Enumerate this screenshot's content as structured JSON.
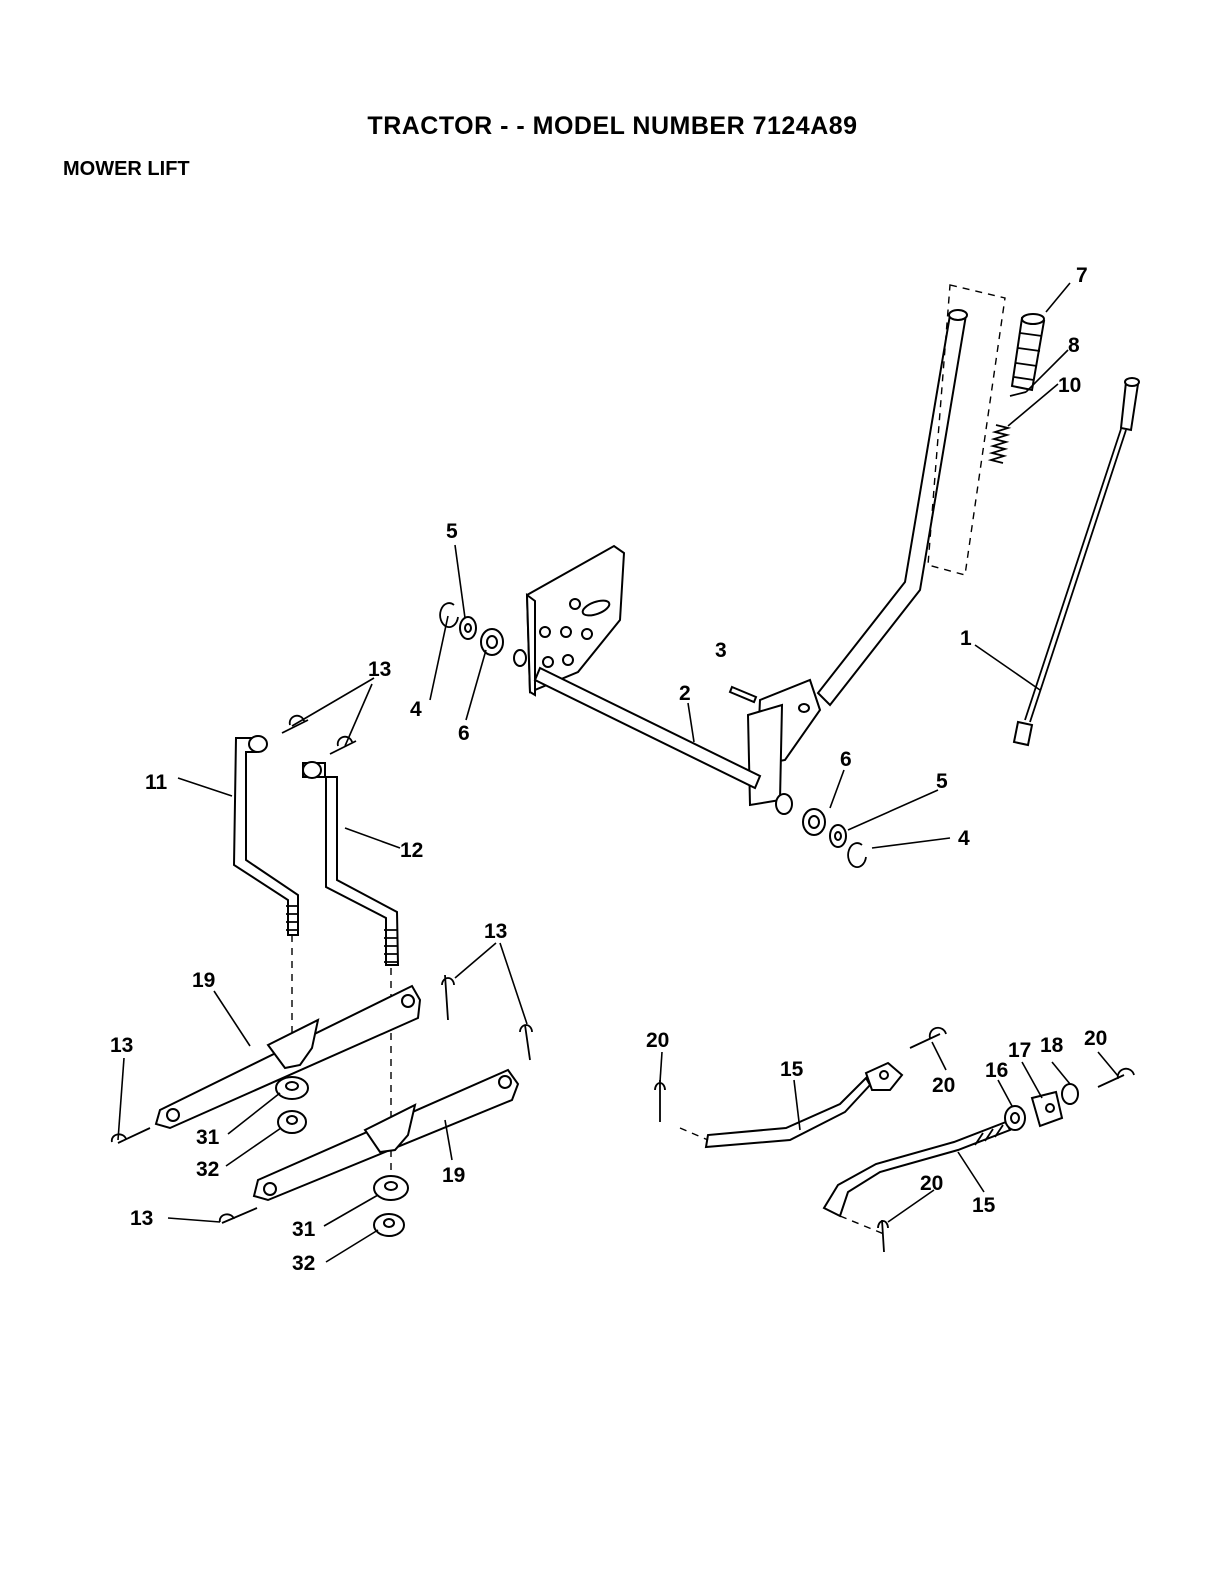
{
  "header": {
    "title": "TRACTOR - - MODEL NUMBER 7124A89",
    "section": "MOWER LIFT"
  },
  "callouts": [
    {
      "id": "c1",
      "text": "1"
    },
    {
      "id": "c2",
      "text": "2"
    },
    {
      "id": "c3",
      "text": "3"
    },
    {
      "id": "c4a",
      "text": "4"
    },
    {
      "id": "c4b",
      "text": "4"
    },
    {
      "id": "c5a",
      "text": "5"
    },
    {
      "id": "c5b",
      "text": "5"
    },
    {
      "id": "c6a",
      "text": "6"
    },
    {
      "id": "c6b",
      "text": "6"
    },
    {
      "id": "c7",
      "text": "7"
    },
    {
      "id": "c8",
      "text": "8"
    },
    {
      "id": "c10",
      "text": "10"
    },
    {
      "id": "c11",
      "text": "11"
    },
    {
      "id": "c12",
      "text": "12"
    },
    {
      "id": "c13a",
      "text": "13"
    },
    {
      "id": "c13b",
      "text": "13"
    },
    {
      "id": "c13c",
      "text": "13"
    },
    {
      "id": "c13d",
      "text": "13"
    },
    {
      "id": "c15a",
      "text": "15"
    },
    {
      "id": "c15b",
      "text": "15"
    },
    {
      "id": "c16",
      "text": "16"
    },
    {
      "id": "c17",
      "text": "17"
    },
    {
      "id": "c18",
      "text": "18"
    },
    {
      "id": "c19a",
      "text": "19"
    },
    {
      "id": "c19b",
      "text": "19"
    },
    {
      "id": "c20a",
      "text": "20"
    },
    {
      "id": "c20b",
      "text": "20"
    },
    {
      "id": "c20c",
      "text": "20"
    },
    {
      "id": "c20d",
      "text": "20"
    },
    {
      "id": "c31a",
      "text": "31"
    },
    {
      "id": "c31b",
      "text": "31"
    },
    {
      "id": "c32a",
      "text": "32"
    },
    {
      "id": "c32b",
      "text": "32"
    }
  ]
}
